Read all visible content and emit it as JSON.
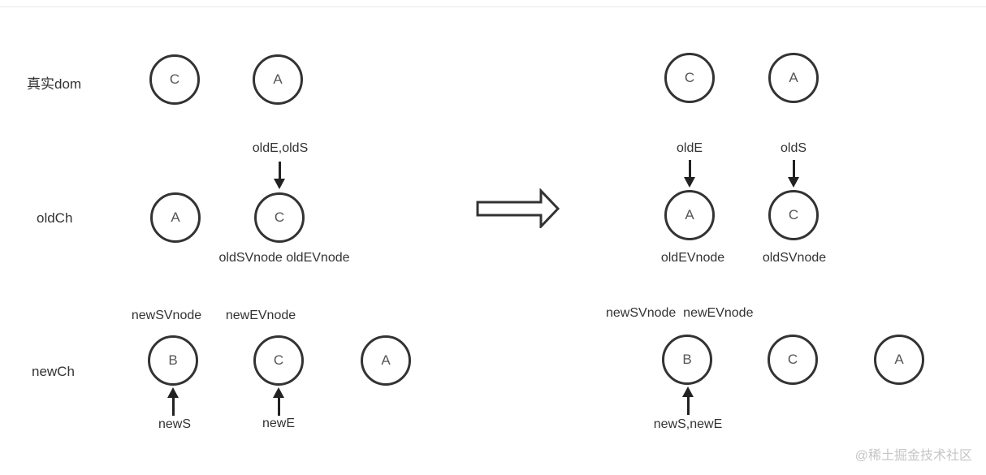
{
  "colors": {
    "node_stroke": "#333333",
    "node_text": "#555555",
    "label_text": "#333333",
    "arrow": "#222222",
    "watermark": "#c5c5c5"
  },
  "watermark": "@稀土掘金技术社区",
  "left_panel": {
    "row_real": {
      "label": "真实dom",
      "nodes": [
        "C",
        "A"
      ]
    },
    "row_old": {
      "label": "oldCh",
      "pointer_label": "oldE,oldS",
      "nodes": [
        "A",
        "C"
      ],
      "below_label": "oldSVnode oldEVnode"
    },
    "row_new": {
      "label": "newCh",
      "top_labels": [
        "newSVnode",
        "newEVnode"
      ],
      "nodes": [
        "B",
        "C",
        "A"
      ],
      "bottom_labels": [
        "newS",
        "newE"
      ]
    }
  },
  "right_panel": {
    "row_real": {
      "nodes": [
        "C",
        "A"
      ]
    },
    "row_old": {
      "pointer_labels": [
        "oldE",
        "oldS"
      ],
      "nodes": [
        "A",
        "C"
      ],
      "below_labels": [
        "oldEVnode",
        "oldSVnode"
      ]
    },
    "row_new": {
      "top_label": "newSVnode  newEVnode",
      "nodes": [
        "B",
        "C",
        "A"
      ],
      "bottom_label": "newS,newE"
    }
  }
}
